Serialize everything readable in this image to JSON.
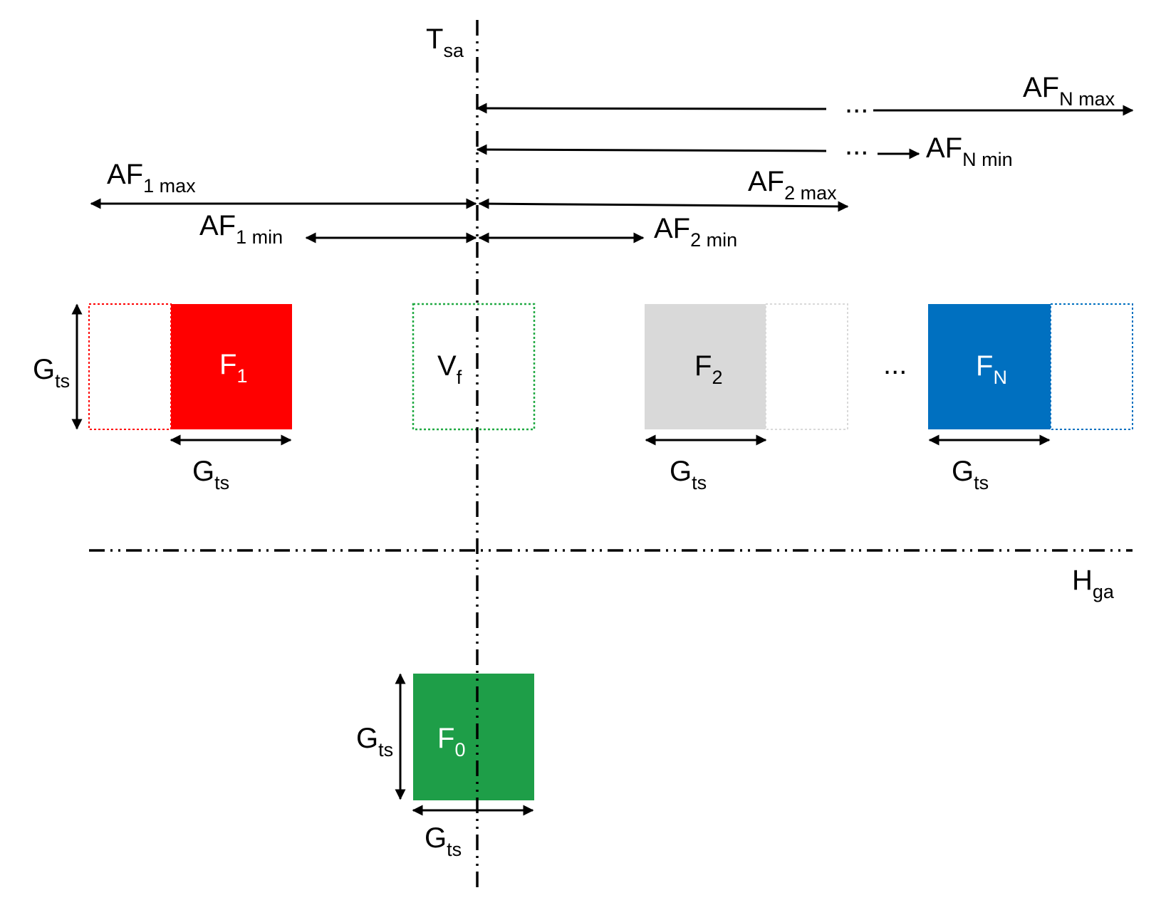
{
  "axes": {
    "vertical": {
      "base": "T",
      "sub": "sa"
    },
    "horizontal": {
      "base": "H",
      "sub": "ga"
    }
  },
  "ranges": {
    "af1max": {
      "base": "AF",
      "sub": "1 max"
    },
    "af1min": {
      "base": "AF",
      "sub": "1 min"
    },
    "af2max": {
      "base": "AF",
      "sub": "2 max"
    },
    "af2min": {
      "base": "AF",
      "sub": "2 min"
    },
    "afNmax": {
      "base": "AF",
      "sub": "N max"
    },
    "afNmin": {
      "base": "AF",
      "sub": "N min"
    },
    "ellipsis": "..."
  },
  "boxes": {
    "f1": {
      "base": "F",
      "sub": "1",
      "color": "#ff0000"
    },
    "vf": {
      "base": "V",
      "sub": "f",
      "color": "#22aa44"
    },
    "f2": {
      "base": "F",
      "sub": "2",
      "color": "#d9d9d9"
    },
    "fN": {
      "base": "F",
      "sub": "N",
      "color": "#0070c0"
    },
    "f0": {
      "base": "F",
      "sub": "0",
      "color": "#1e9e48"
    },
    "ellipsis": "..."
  },
  "dimension": {
    "base": "G",
    "sub": "ts"
  }
}
